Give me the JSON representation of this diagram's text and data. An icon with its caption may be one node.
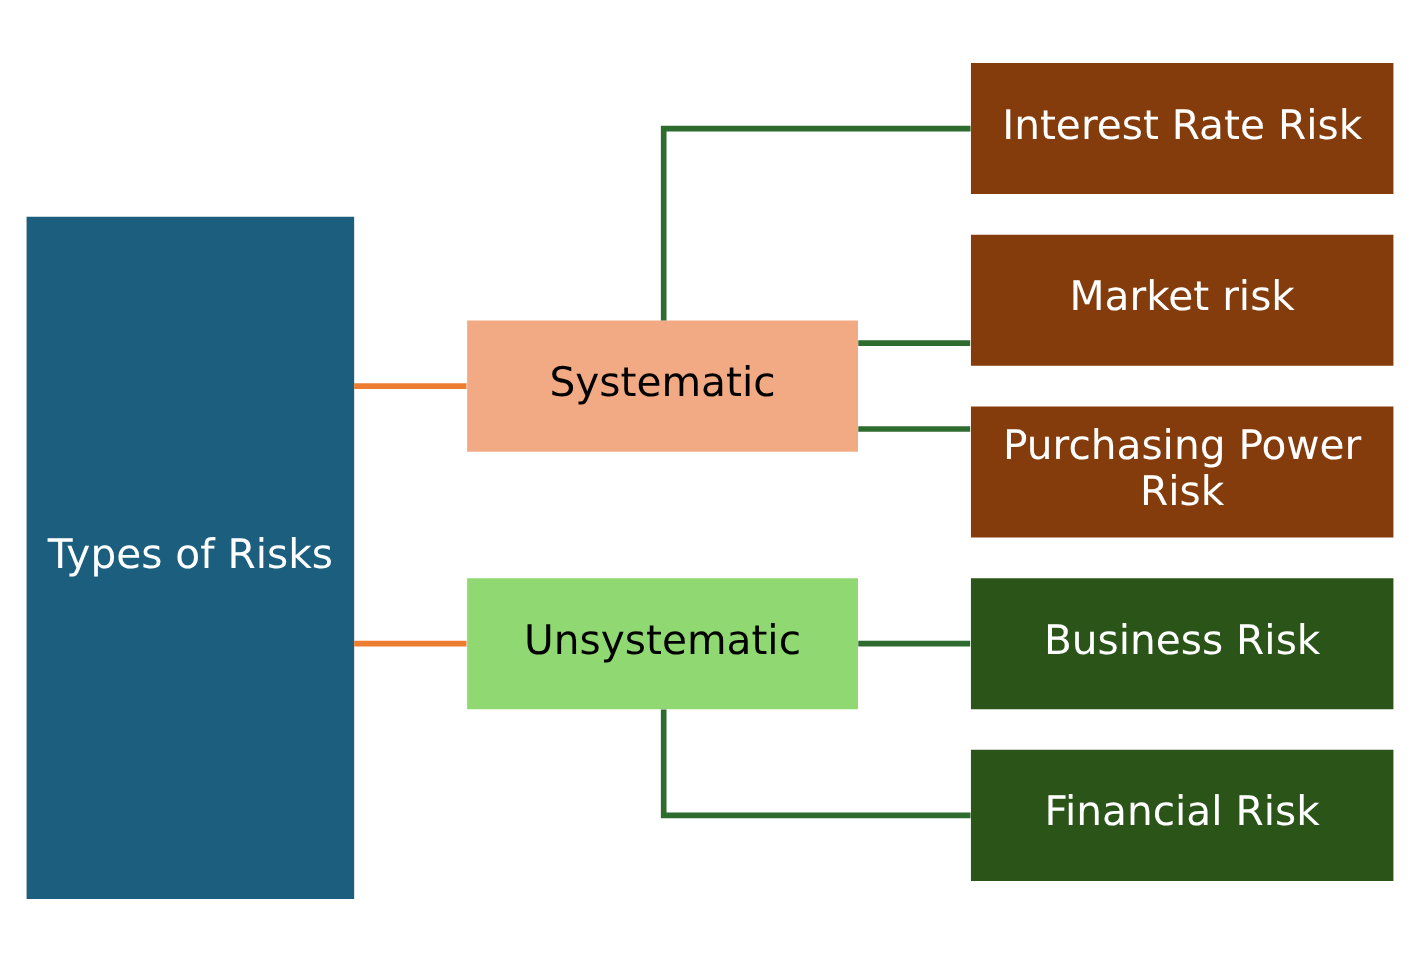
{
  "diagram": {
    "nodes": [
      {
        "text": [
          "Types of Risks"
        ]
      },
      {
        "text": [
          "Systematic"
        ]
      },
      {
        "text": [
          "Unsystematic"
        ]
      },
      {
        "text": [
          "Interest Rate Risk"
        ]
      },
      {
        "text": [
          "Market risk"
        ]
      },
      {
        "text": [
          "Purchasing Power Risk"
        ]
      },
      {
        "text": [
          "Business Risk"
        ]
      },
      {
        "text": [
          "Financial Risk"
        ]
      }
    ],
    "edges": [
      {
        "from": 0,
        "to": 1,
        "arrow": "none",
        "color": "#ed7d31"
      },
      {
        "from": 0,
        "to": 2,
        "arrow": "none",
        "color": "#ed7d31"
      },
      {
        "from": 1,
        "to": 3,
        "arrow": "none"
      },
      {
        "from": 1,
        "to": 4,
        "arrow": "none"
      },
      {
        "from": 1,
        "to": 5,
        "arrow": "none"
      },
      {
        "from": 2,
        "to": 6,
        "arrow": "none"
      },
      {
        "from": 2,
        "to": 7,
        "arrow": "none"
      }
    ]
  }
}
